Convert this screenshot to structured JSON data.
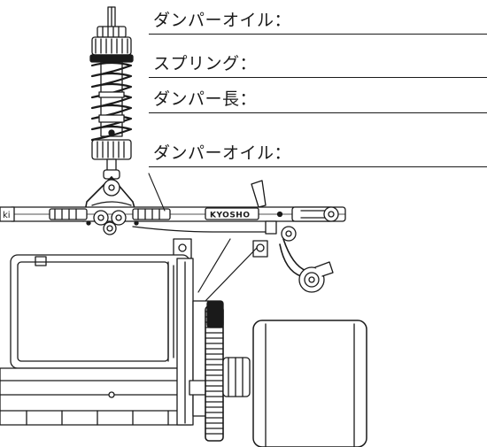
{
  "labels": {
    "damper_oil_front": "ダンパーオイル：",
    "spring": "スプリング：",
    "damper_length": "ダンパー長：",
    "damper_oil_rear": "ダンパーオイル："
  },
  "brand_mark": "KYOSHO",
  "colors": {
    "ink": "#1a1a1a",
    "background": "#ffffff"
  }
}
